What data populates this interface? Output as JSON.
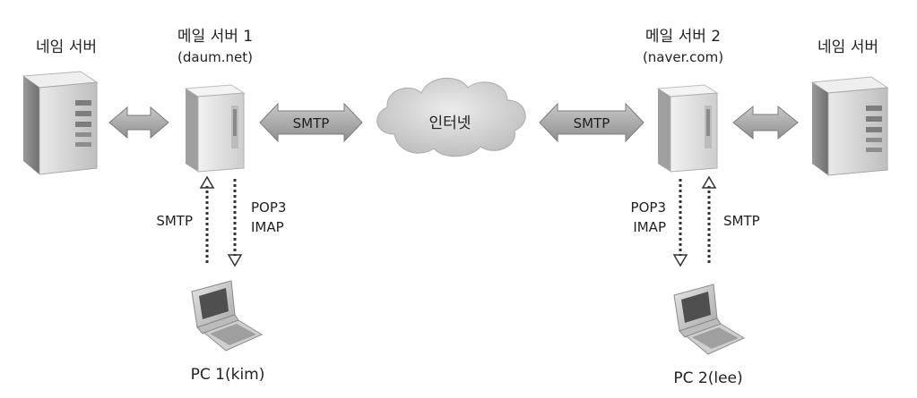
{
  "nodes": {
    "name_server_left": {
      "label": "네임 서버"
    },
    "mail_server_1": {
      "label": "메일 서버 1",
      "domain": "(daum.net)"
    },
    "internet": {
      "label": "인터넷"
    },
    "mail_server_2": {
      "label": "메일 서버 2",
      "domain": "(naver.com)"
    },
    "name_server_right": {
      "label": "네임 서버"
    },
    "pc1": {
      "label": "PC 1(kim)"
    },
    "pc2": {
      "label": "PC 2(lee)"
    }
  },
  "edges": {
    "smtp_left": {
      "label": "SMTP"
    },
    "smtp_right": {
      "label": "SMTP"
    },
    "pc1_send": {
      "label": "SMTP"
    },
    "pc1_recv": {
      "line1": "POP3",
      "line2": "IMAP"
    },
    "pc2_recv": {
      "line1": "POP3",
      "line2": "IMAP"
    },
    "pc2_send": {
      "label": "SMTP"
    }
  },
  "colors": {
    "arrow_fill": "#a9a9a9",
    "arrow_stroke": "#7a7a7a",
    "server_body": "#d3d3d3",
    "cloud": "#cfcfcf",
    "dotted_arrow": "#333333"
  }
}
